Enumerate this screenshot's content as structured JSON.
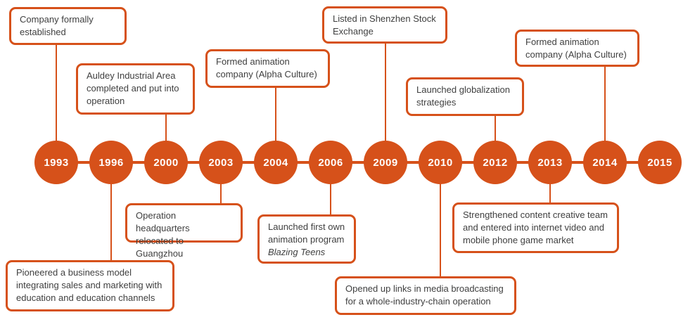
{
  "timeline": {
    "accent_color": "#D6511A",
    "text_color": "#3F3F3F",
    "years": [
      "1993",
      "1996",
      "2000",
      "2003",
      "2004",
      "2006",
      "2009",
      "2010",
      "2012",
      "2013",
      "2014",
      "2015"
    ]
  },
  "events": [
    {
      "year": "1993",
      "position": "top",
      "lines": [
        "Company formally",
        "established"
      ]
    },
    {
      "year": "2000",
      "position": "top",
      "lines": [
        "Auldey Industrial Area",
        "completed and put into",
        "operation"
      ]
    },
    {
      "year": "2004",
      "position": "top",
      "lines": [
        "Formed animation",
        "company (Alpha Culture)"
      ]
    },
    {
      "year": "2009",
      "position": "top",
      "lines": [
        "Listed in Shenzhen Stock",
        "Exchange"
      ]
    },
    {
      "year": "2012",
      "position": "top",
      "lines": [
        "Launched globalization",
        "strategies"
      ]
    },
    {
      "year": "2014",
      "position": "top",
      "lines": [
        "Formed animation",
        "company (Alpha Culture)"
      ]
    },
    {
      "year": "2003",
      "position": "bottom",
      "lines": [
        "Operation headquarters",
        "relocated to Guangzhou"
      ]
    },
    {
      "year": "1996",
      "position": "bottom",
      "lines": [
        "Pioneered a business model",
        "integrating sales and marketing with",
        "education and education channels"
      ]
    },
    {
      "year": "2006",
      "position": "bottom",
      "lines": [
        "Launched first own",
        "animation program"
      ],
      "italic_text": "Blazing Teens"
    },
    {
      "year": "2010",
      "position": "bottom",
      "lines": [
        "Opened up links in media broadcasting",
        "for a whole-industry-chain operation"
      ]
    },
    {
      "year": "2013",
      "position": "bottom",
      "lines": [
        "Strengthened content creative team",
        "and entered into internet video and",
        "mobile phone game market"
      ]
    }
  ]
}
